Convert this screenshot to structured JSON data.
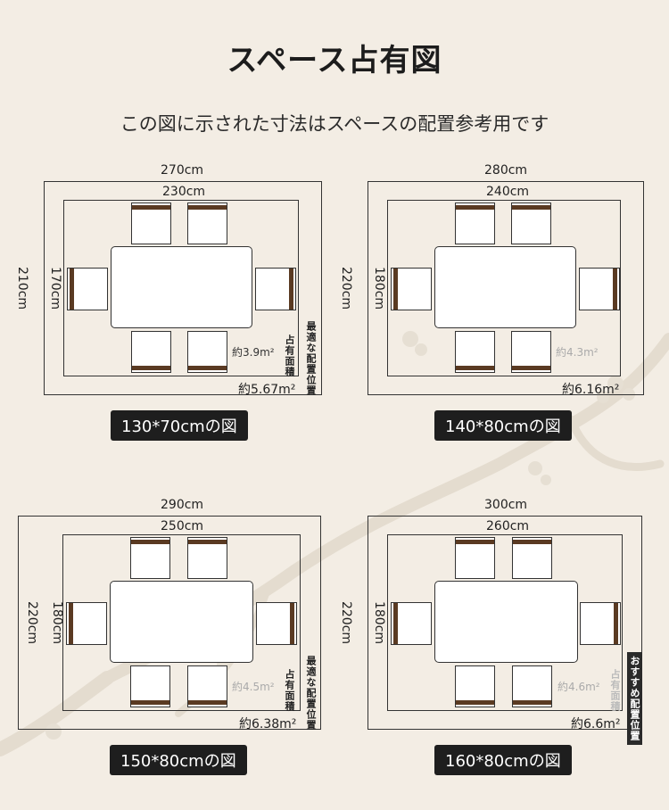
{
  "title": "スペース占有図",
  "subtitle": "この図に示された寸法はスペースの配置参考用です",
  "panels": [
    {
      "outer_w": "270cm",
      "inner_w": "230cm",
      "outer_h": "210cm",
      "inner_h": "170cm",
      "area_table": "約3.9m²",
      "area_total": "約5.67m²",
      "note_area": "占有面積",
      "note_best": "最適な配置位置",
      "label": "130*70cmの図"
    },
    {
      "outer_w": "280cm",
      "inner_w": "240cm",
      "outer_h": "220cm",
      "inner_h": "180cm",
      "area_table": "約4.3m²",
      "area_total": "約6.16m²",
      "label": "140*80cmの図"
    },
    {
      "outer_w": "290cm",
      "inner_w": "250cm",
      "outer_h": "220cm",
      "inner_h": "180cm",
      "area_table": "約4.5m²",
      "area_total": "約6.38m²",
      "note_area": "占有面積",
      "note_best": "最適な配置位置",
      "label": "150*80cmの図"
    },
    {
      "outer_w": "300cm",
      "inner_w": "260cm",
      "outer_h": "220cm",
      "inner_h": "180cm",
      "area_table": "約4.6m²",
      "area_total": "約6.6m²",
      "note_area": "占有面積",
      "badge": "おすすめ配置位置",
      "label": "160*80cmの図"
    }
  ]
}
